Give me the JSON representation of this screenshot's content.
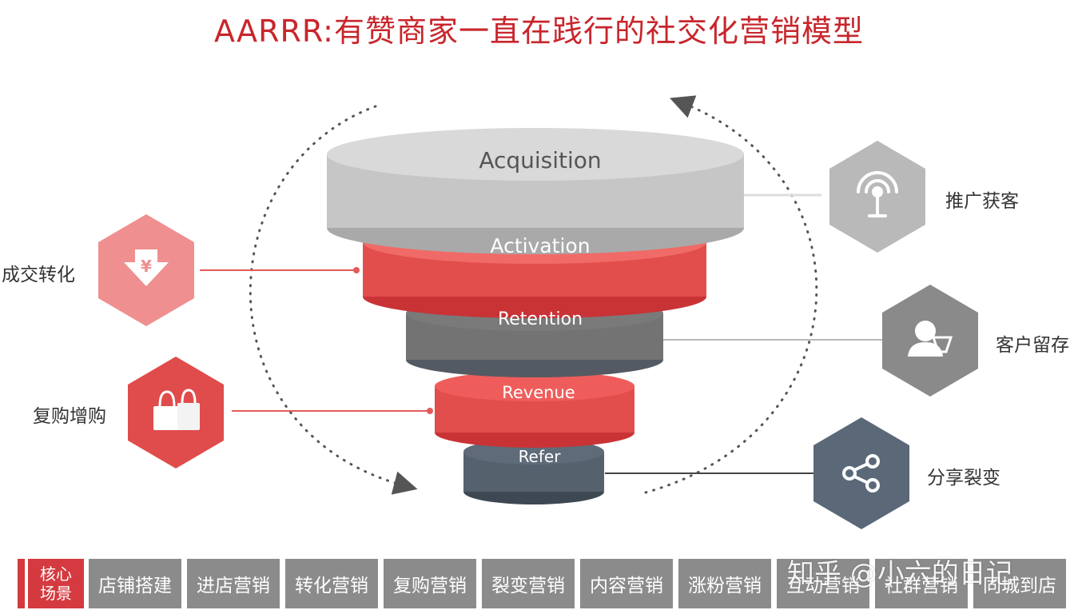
{
  "title": "AARRR:有赞商家一直在践行的社交化营销模型",
  "funnel": {
    "tiers": [
      {
        "label": "Acquisition",
        "top": "#d9d9d9",
        "body": "#c6c6c6",
        "bottom": "#a9a9a9",
        "text": "#555555"
      },
      {
        "label": "Activation",
        "top": "#f06b67",
        "body": "#e24e4c",
        "bottom": "#c93336",
        "text": "#ffffff"
      },
      {
        "label": "Retention",
        "top": "#7a7a7a",
        "body": "#737373",
        "bottom": "#545a63",
        "text": "#ffffff"
      },
      {
        "label": "Revenue",
        "top": "#ee5d5b",
        "body": "#e24e4c",
        "bottom": "#c93336",
        "text": "#ffffff"
      },
      {
        "label": "Refer",
        "top": "#5f6b79",
        "body": "#56616e",
        "bottom": "#3e4853",
        "text": "#ffffff"
      }
    ]
  },
  "right_items": [
    {
      "label": "推广获客",
      "icon": "broadcast-icon",
      "color": "#b9b9b9"
    },
    {
      "label": "客户留存",
      "icon": "customer-icon",
      "color": "#8a8a8a"
    },
    {
      "label": "分享裂变",
      "icon": "share-icon",
      "color": "#5a6878"
    }
  ],
  "left_items": [
    {
      "label": "成交转化",
      "icon": "yuan-download-icon",
      "color": "#ef8f8f"
    },
    {
      "label": "复购增购",
      "icon": "shopping-bags-icon",
      "color": "#e04c4c"
    }
  ],
  "bottom_bar": {
    "core_label": "核心场景",
    "scenes": [
      "店铺搭建",
      "进店营销",
      "转化营销",
      "复购营销",
      "裂变营销",
      "内容营销",
      "涨粉营销",
      "互动营销",
      "社群营销",
      "同城到店"
    ]
  },
  "watermark": "知乎 @小六的日记"
}
